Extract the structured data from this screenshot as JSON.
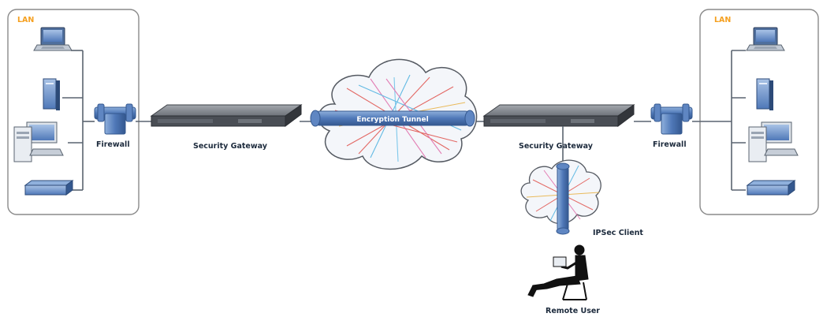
{
  "labels": {
    "lan_left": "LAN",
    "lan_right": "LAN",
    "firewall_left": "Firewall",
    "firewall_right": "Firewall",
    "gateway_left": "Security Gateway",
    "gateway_right": "Security Gateway",
    "tunnel": "Encryption Tunnel",
    "ipsec_client": "IPSec Client",
    "remote_user": "Remote User"
  },
  "colors": {
    "accent_blue": "#4f78b8",
    "label_orange": "#f5a020",
    "label_dark": "#1c2a3c",
    "box_border": "#8a8a8a",
    "device_gray": "#5a5e66"
  },
  "icons": {
    "lan_devices": [
      "laptop-icon",
      "server-tower-icon",
      "workstation-icon",
      "network-switch-icon"
    ],
    "firewall": "firewall-icon",
    "gateway": "rack-appliance-icon",
    "cloud": "cloud-icon",
    "user": "seated-person-icon"
  }
}
